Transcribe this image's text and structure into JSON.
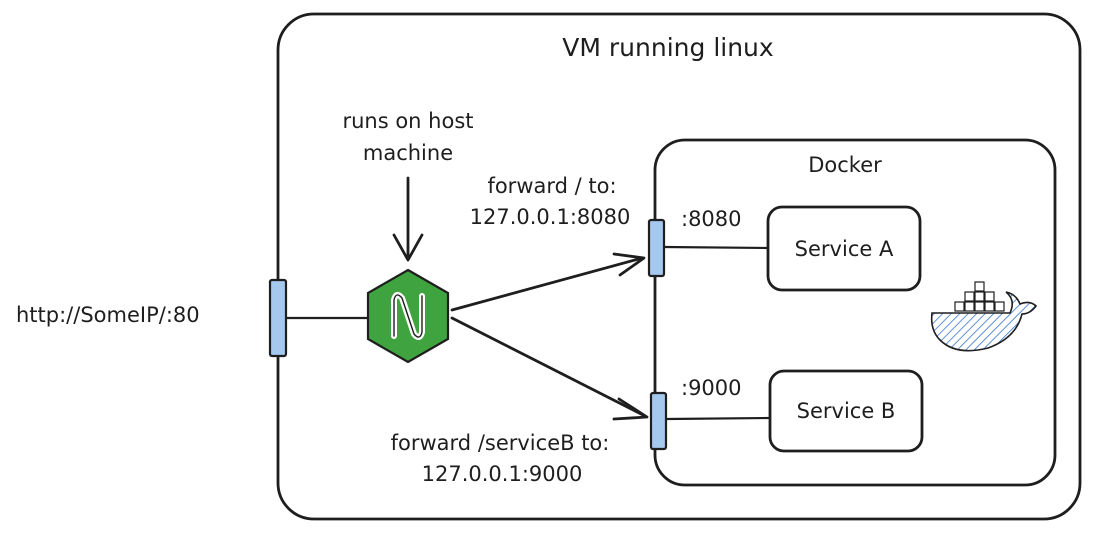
{
  "vm": {
    "title": "VM running linux"
  },
  "docker": {
    "title": "Docker",
    "icon": "docker-whale-icon",
    "icon_color": "#1e63c7"
  },
  "external": {
    "address": "http://SomeIP/:80"
  },
  "nginx": {
    "note_line1": "runs on host",
    "note_line2": "machine",
    "icon": "nginx-icon",
    "color": "#3fa33f"
  },
  "routes": {
    "a_line1": "forward / to:",
    "a_line2": "127.0.0.1:8080",
    "b_line1": "forward /serviceB to:",
    "b_line2": "127.0.0.1:9000"
  },
  "services": [
    {
      "name": "Service A",
      "port": ":8080"
    },
    {
      "name": "Service B",
      "port": ":9000"
    }
  ],
  "colors": {
    "port": "#a5c8ef",
    "stroke": "#1e1e1e"
  }
}
